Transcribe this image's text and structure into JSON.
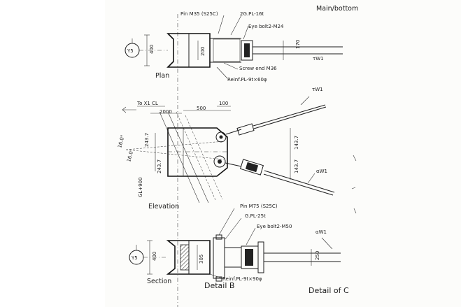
{
  "sheet_title": "Main/bottom",
  "plan": {
    "title": "Plan",
    "grid_ref": "Y5",
    "labels": {
      "pin": "Pin M35 (S25C)",
      "gpl": "2G.PL-16t",
      "eye_bolt": "Eye bolt2-M24",
      "screw_end": "Screw end M36",
      "reinf": "Reinf.PL-9t×60φ",
      "wire": "τW1"
    },
    "dims": {
      "width": "400",
      "inner": "200",
      "right": "170"
    }
  },
  "elevation": {
    "title": "Elevation",
    "labels": {
      "to_cl": "To X1 CL",
      "wire_upper": "τW1",
      "wire_lower": "αW1",
      "gl": "GL+900"
    },
    "dims": {
      "d2000": "2000",
      "d500": "500",
      "d100": "100",
      "d243a": "243.7",
      "d243b": "243.7",
      "d143a": "143.7",
      "d143b": "143.7",
      "ang1": "16.0°",
      "ang2": "16.0°"
    }
  },
  "section": {
    "title": "Section",
    "grid_ref": "Y5",
    "labels": {
      "pin": "Pin M75 (S25C)",
      "gpl": "G.PL-25t",
      "eye_bolt": "Eye bolt2-M50",
      "reinf": "Reinf.PL-9t×90φ",
      "wire": "αW1"
    },
    "dims": {
      "width": "400",
      "inner": "305",
      "right": "250"
    }
  },
  "detail_label": "Detail B",
  "detail_of": "Detail of C"
}
